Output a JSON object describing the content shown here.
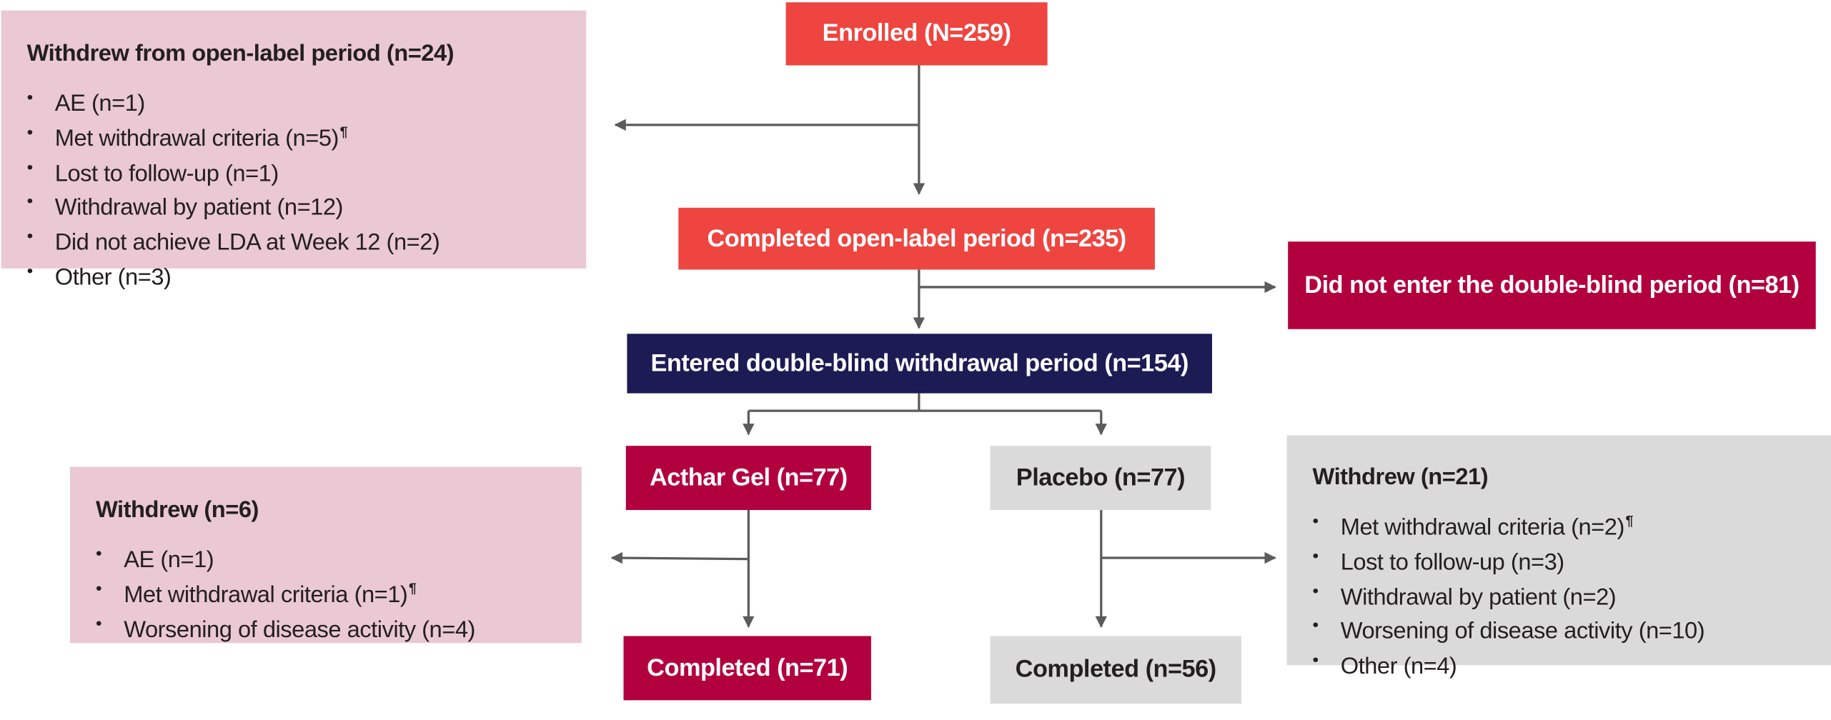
{
  "colors": {
    "coral": "#ee4540",
    "crimson": "#b2003e",
    "navy": "#1c1b54",
    "light_pink": "#eac8d4",
    "light_gray": "#dbdadb",
    "arrow": "#5b5b5b",
    "dark_text": "#231f20"
  },
  "nodes": {
    "enrolled": "Enrolled (N=259)",
    "completed_open_label": "Completed open-label period (n=235)",
    "did_not_enter": "Did not enter the double-blind period (n=81)",
    "entered_double_blind": "Entered double-blind withdrawal period (n=154)",
    "acthar": "Acthar Gel (n=77)",
    "placebo": "Placebo (n=77)",
    "acthar_completed": "Completed (n=71)",
    "placebo_completed": "Completed (n=56)"
  },
  "withdrew_open_label": {
    "title": "Withdrew from open-label period (n=24)",
    "items": [
      {
        "text": "AE (n=1)",
        "mark": ""
      },
      {
        "text": "Met withdrawal criteria (n=5)",
        "mark": "¶"
      },
      {
        "text": "Lost to follow-up (n=1)",
        "mark": ""
      },
      {
        "text": "Withdrawal by patient (n=12)",
        "mark": ""
      },
      {
        "text": "Did not achieve LDA at Week 12 (n=2)",
        "mark": ""
      },
      {
        "text": "Other (n=3)",
        "mark": ""
      }
    ]
  },
  "withdrew_acthar": {
    "title": "Withdrew (n=6)",
    "items": [
      {
        "text": "AE (n=1)",
        "mark": ""
      },
      {
        "text": "Met withdrawal criteria (n=1)",
        "mark": "¶"
      },
      {
        "text": "Worsening of disease activity (n=4)",
        "mark": ""
      }
    ]
  },
  "withdrew_placebo": {
    "title": "Withdrew (n=21)",
    "items": [
      {
        "text": "Met withdrawal criteria (n=2)",
        "mark": "¶"
      },
      {
        "text": "Lost to follow-up (n=3)",
        "mark": ""
      },
      {
        "text": "Withdrawal by patient (n=2)",
        "mark": ""
      },
      {
        "text": "Worsening of disease activity (n=10)",
        "mark": ""
      },
      {
        "text": "Other (n=4)",
        "mark": ""
      }
    ]
  }
}
